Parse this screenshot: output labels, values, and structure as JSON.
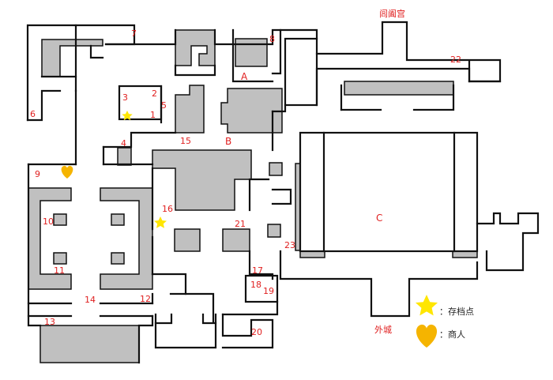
{
  "map": {
    "gate_north": "闾阖宫",
    "gate_south": "外城",
    "areas": {
      "a": "A",
      "b": "B",
      "c": "C"
    },
    "rooms": [
      "1",
      "2",
      "3",
      "4",
      "5",
      "6",
      "7",
      "8",
      "9",
      "10",
      "11",
      "12",
      "13",
      "14",
      "15",
      "16",
      "17",
      "18",
      "19",
      "20",
      "21",
      "22",
      "23"
    ]
  },
  "legend": {
    "save_point": "：存档点",
    "merchant": "：商人"
  },
  "colors": {
    "wall": "#111111",
    "block": "#c0c0c0",
    "label": "#e02020",
    "star": "#ffe600",
    "heart": "#f5b400"
  }
}
